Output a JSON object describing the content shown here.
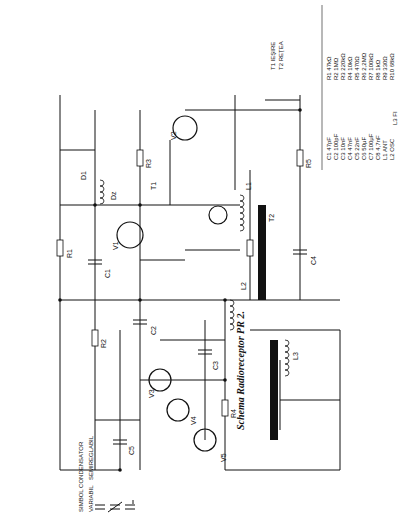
{
  "diagram": {
    "title": "Schema Radioreceptor PR 2.",
    "labels": [
      "T1",
      "T2",
      "V1",
      "V2",
      "V3",
      "V4",
      "V5",
      "L1",
      "L2",
      "L3",
      "C1",
      "C2",
      "C3",
      "C4",
      "C5",
      "R1",
      "R2",
      "R3",
      "R4",
      "R5",
      "D1",
      "Dz",
      "R1 47kΩ",
      "R2 1MΩ",
      "R3 220kΩ",
      "R4 10kΩ",
      "R5 470Ω",
      "R6 2,2MΩ",
      "R7 100kΩ",
      "R8 1kΩ",
      "R9 330Ω",
      "R10 68kΩ",
      "C1 47pF",
      "C2 100pF",
      "C3 10nF",
      "C4 47nF",
      "C5 22nF",
      "C6 50μF",
      "C7 100μF",
      "C8 4,7nF",
      "L1 ANT",
      "L2 OSC",
      "L3 FI",
      "T1 IEŞIRE",
      "T2 REŢEA",
      "SIMBOL CONDENSATOR",
      "VARIABIL",
      "SEMIREGLABIL"
    ]
  }
}
